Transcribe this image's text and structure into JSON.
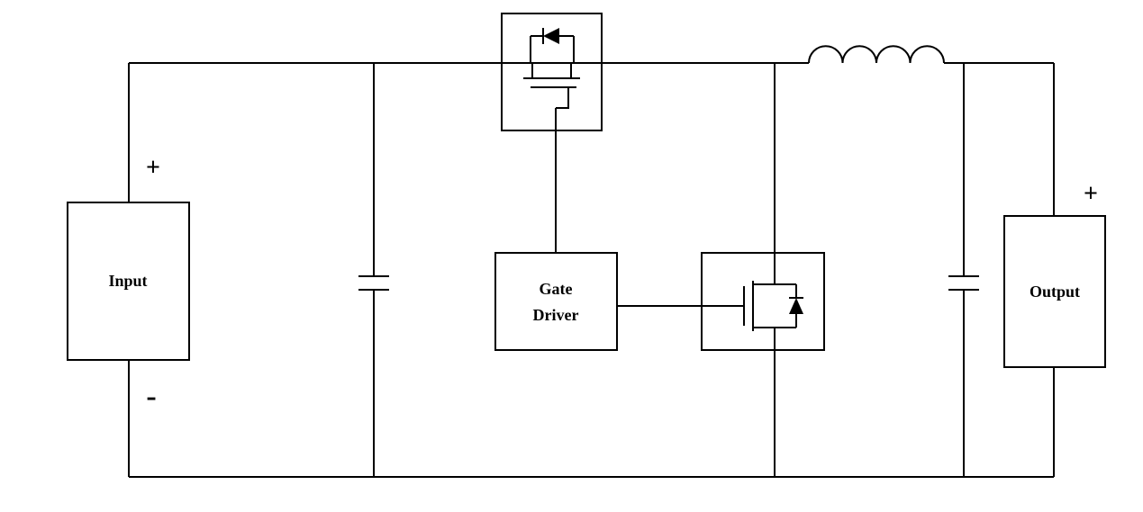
{
  "diagram": {
    "type": "circuit-schematic",
    "description": "Synchronous buck converter power stage with gate driver",
    "background_color": "#ffffff",
    "line_color": "#000000",
    "labels": {
      "input": "Input",
      "input_plus": "+",
      "input_minus": "-",
      "output": "Output",
      "output_plus": "+",
      "gate_driver_line1": "Gate",
      "gate_driver_line2": "Driver"
    },
    "components": [
      {
        "name": "input-source",
        "label": "Input",
        "polarity_top": "+",
        "polarity_bottom": "-"
      },
      {
        "name": "input-capacitor",
        "symbol": "capacitor-icon"
      },
      {
        "name": "high-side-mosfet",
        "symbol": "mosfet-with-body-diode-icon"
      },
      {
        "name": "gate-driver",
        "label": "Gate Driver"
      },
      {
        "name": "low-side-mosfet",
        "symbol": "mosfet-with-body-diode-icon"
      },
      {
        "name": "inductor",
        "symbol": "inductor-icon"
      },
      {
        "name": "output-capacitor",
        "symbol": "capacitor-icon"
      },
      {
        "name": "output-load",
        "label": "Output",
        "polarity_top": "+"
      }
    ]
  }
}
